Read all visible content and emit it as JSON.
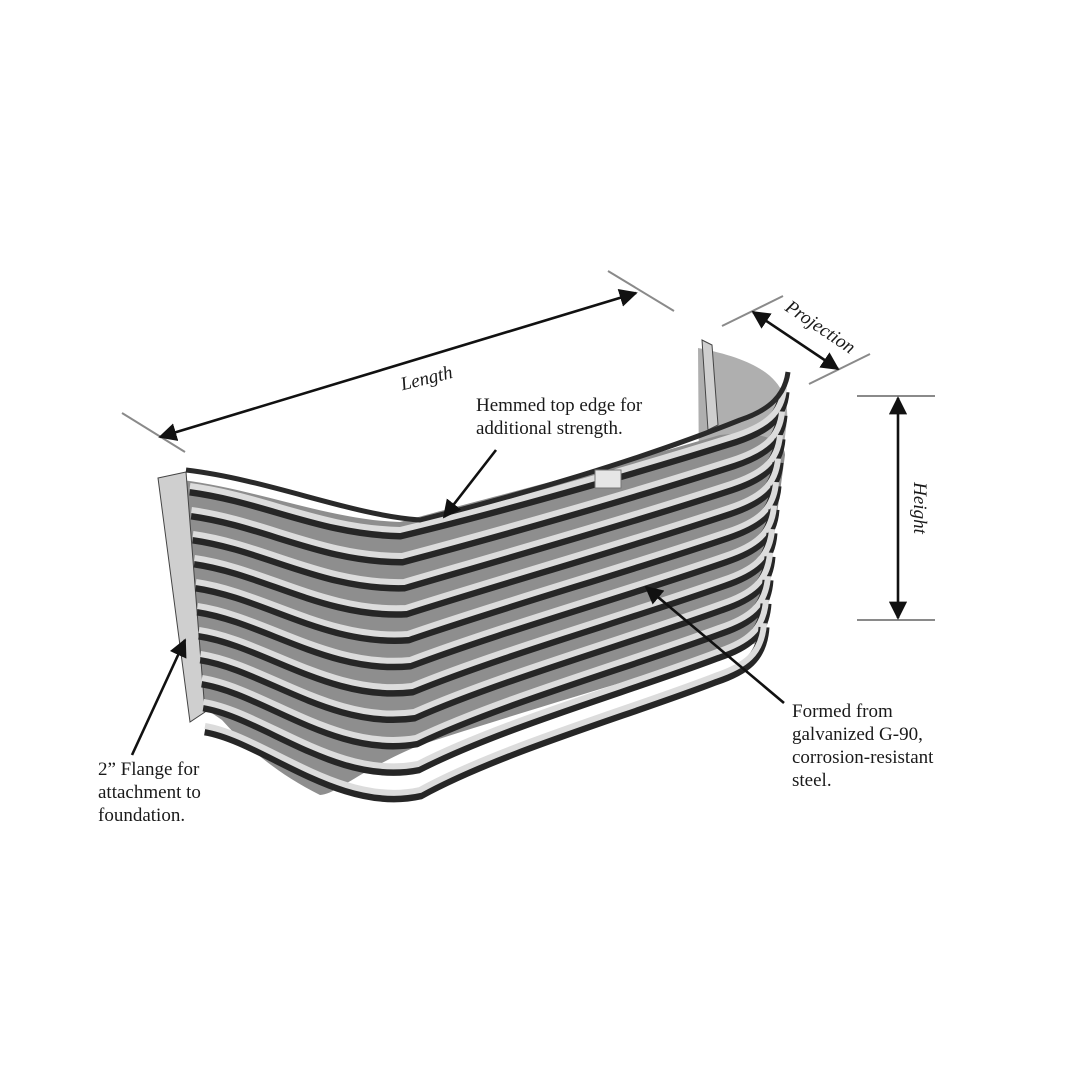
{
  "dimensions": {
    "length": "Length",
    "projection": "Projection",
    "height": "Height"
  },
  "callouts": {
    "hemmed": [
      "Hemmed top edge for",
      "additional strength."
    ],
    "formed": [
      "Formed from",
      "galvanized G-90,",
      "corrosion-resistant",
      "steel."
    ],
    "flange": [
      "2” Flange for",
      "attachment to",
      "foundation."
    ]
  },
  "colors": {
    "steel_light": "#d8d8d8",
    "steel_mid": "#9a9a9a",
    "steel_dark": "#2e2e2e",
    "guide_line": "#8a8a8a",
    "arrow": "#111111"
  }
}
